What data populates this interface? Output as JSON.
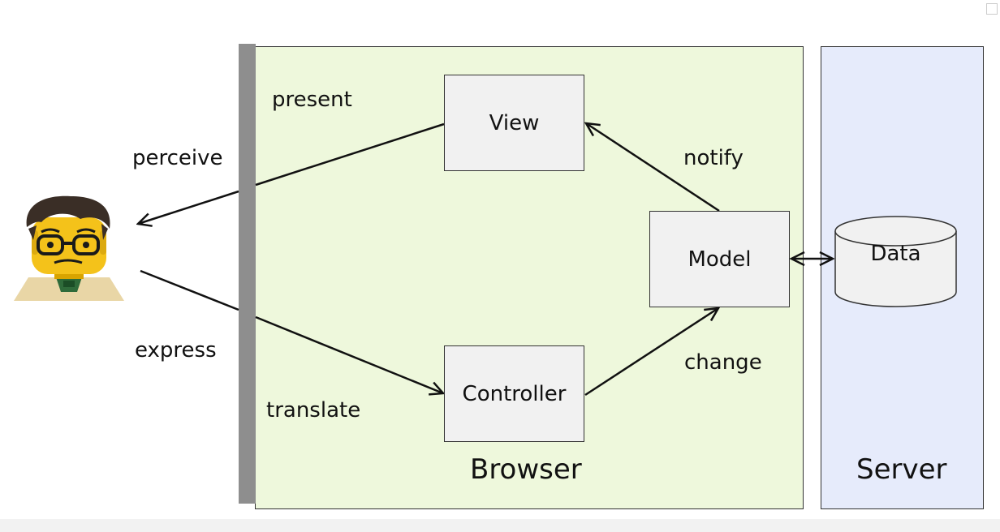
{
  "regions": {
    "browser_label": "Browser",
    "server_label": "Server"
  },
  "components": {
    "view": "View",
    "controller": "Controller",
    "model": "Model",
    "data": "Data"
  },
  "edge_labels": {
    "present": "present",
    "perceive": "perceive",
    "express": "express",
    "translate": "translate",
    "notify": "notify",
    "change": "change"
  },
  "icons": {
    "user": "user-lego-figure-icon",
    "database": "database-cylinder-icon"
  },
  "colors": {
    "browser_bg": "#eef8dc",
    "server_bg": "#e6ebfb",
    "box_bg": "#f1f1f1",
    "boundary": "#8e8e8e"
  }
}
